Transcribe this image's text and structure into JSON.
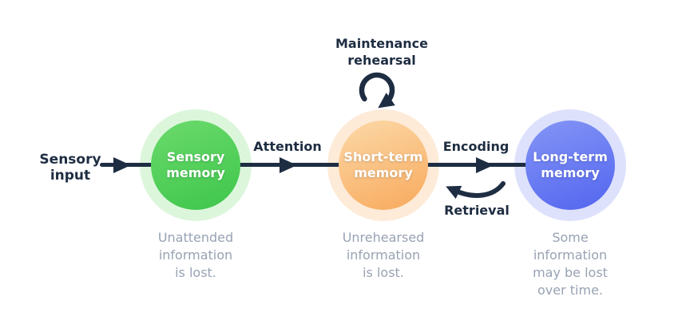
{
  "diagram": {
    "title_semantic": "multi-store memory model flow diagram",
    "sensory_input_label": "Sensory\ninput",
    "stages": [
      {
        "id": "sensory-memory",
        "label": "Sensory\nmemory",
        "note": "Unattended\ninformation\nis lost."
      },
      {
        "id": "short-term-memory",
        "label": "Short-term\nmemory",
        "note": "Unrehearsed\ninformation\nis lost."
      },
      {
        "id": "long-term-memory",
        "label": "Long-term\nmemory",
        "note": "Some\ninformation\nmay be lost\nover time."
      }
    ],
    "arrows": {
      "attention_label": "Attention",
      "encoding_label": "Encoding",
      "maintenance_label": "Maintenance\nrehearsal",
      "retrieval_label": "Retrieval"
    },
    "icons": {
      "rotate_clockwise_icon": "clockwise circular arrow (rehearsal loop)",
      "curved_back_icon": "curved arrow pointing back left (retrieval)"
    }
  },
  "palette": {
    "navy": "#1e2d42",
    "note_gray": "#98a2b3",
    "circle_text": "#ffffff",
    "green_light": "#6bda6c",
    "green_dark": "#3ec64b",
    "orange_light": "#fcd9a8",
    "orange_dark": "#f8a95c",
    "blue_light": "#8495f6",
    "blue_dark": "#5365ef",
    "background": "#ffffff"
  }
}
